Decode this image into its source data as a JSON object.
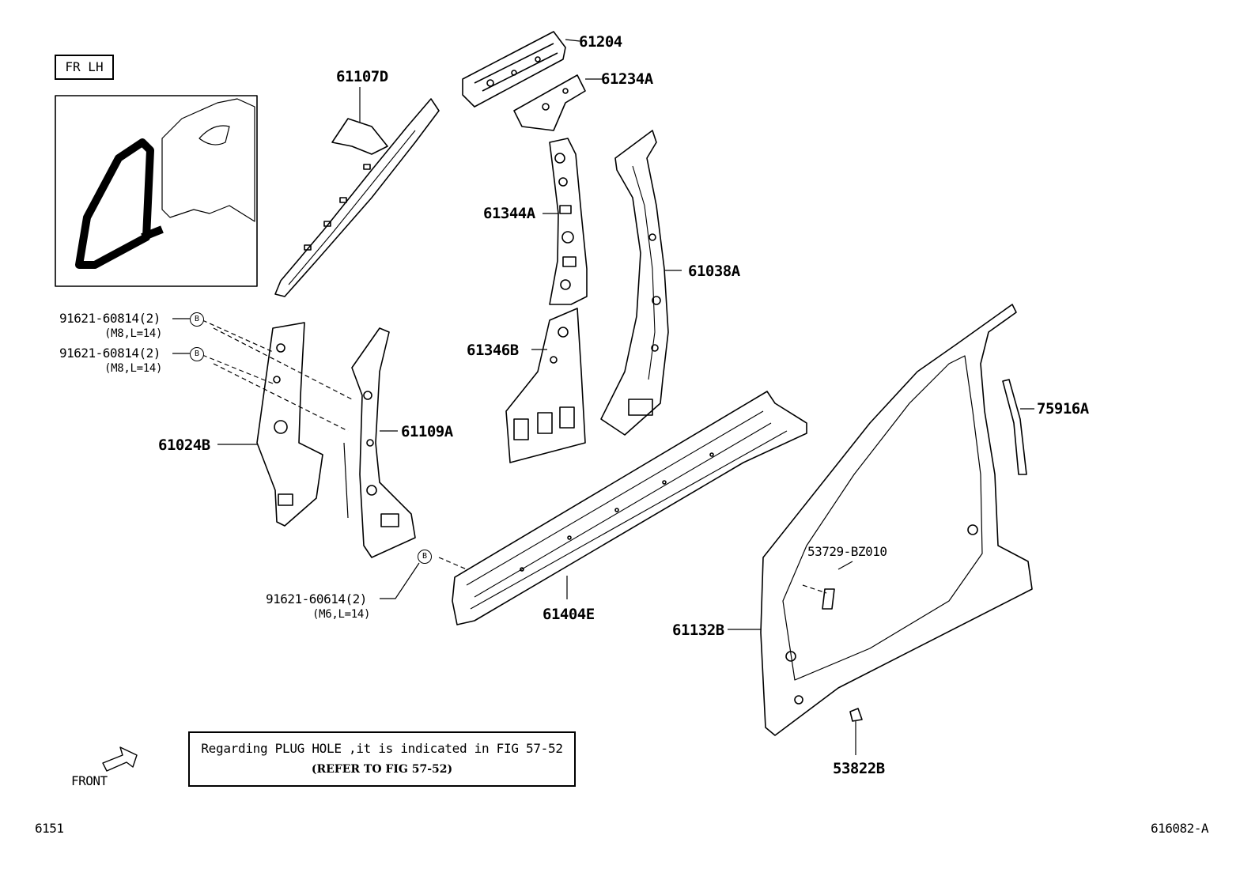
{
  "region_label": "FR LH",
  "parts": {
    "p61204": "61204",
    "p61234A": "61234A",
    "p61107D": "61107D",
    "p61344A": "61344A",
    "p61038A": "61038A",
    "p61346B": "61346B",
    "p61109A": "61109A",
    "p61024B": "61024B",
    "p75916A": "75916A",
    "p53729": "53729-BZ010",
    "p61404E": "61404E",
    "p61132B": "61132B",
    "p53822B": "53822B"
  },
  "bolts": {
    "b1_part": "91621-60814(2)",
    "b1_spec": "(M8,L=14)",
    "b2_part": "91621-60814(2)",
    "b2_spec": "(M8,L=14)",
    "b3_part": "91621-60614(2)",
    "b3_spec": "(M6,L=14)",
    "marker": "B"
  },
  "note": {
    "line1": "Regarding PLUG HOLE ,it is indicated in FIG 57-52",
    "line2": "(REFER TO FIG 57-52)"
  },
  "front_label": "FRONT",
  "footer": {
    "left_code": "6151",
    "right_code": "616082-A"
  }
}
